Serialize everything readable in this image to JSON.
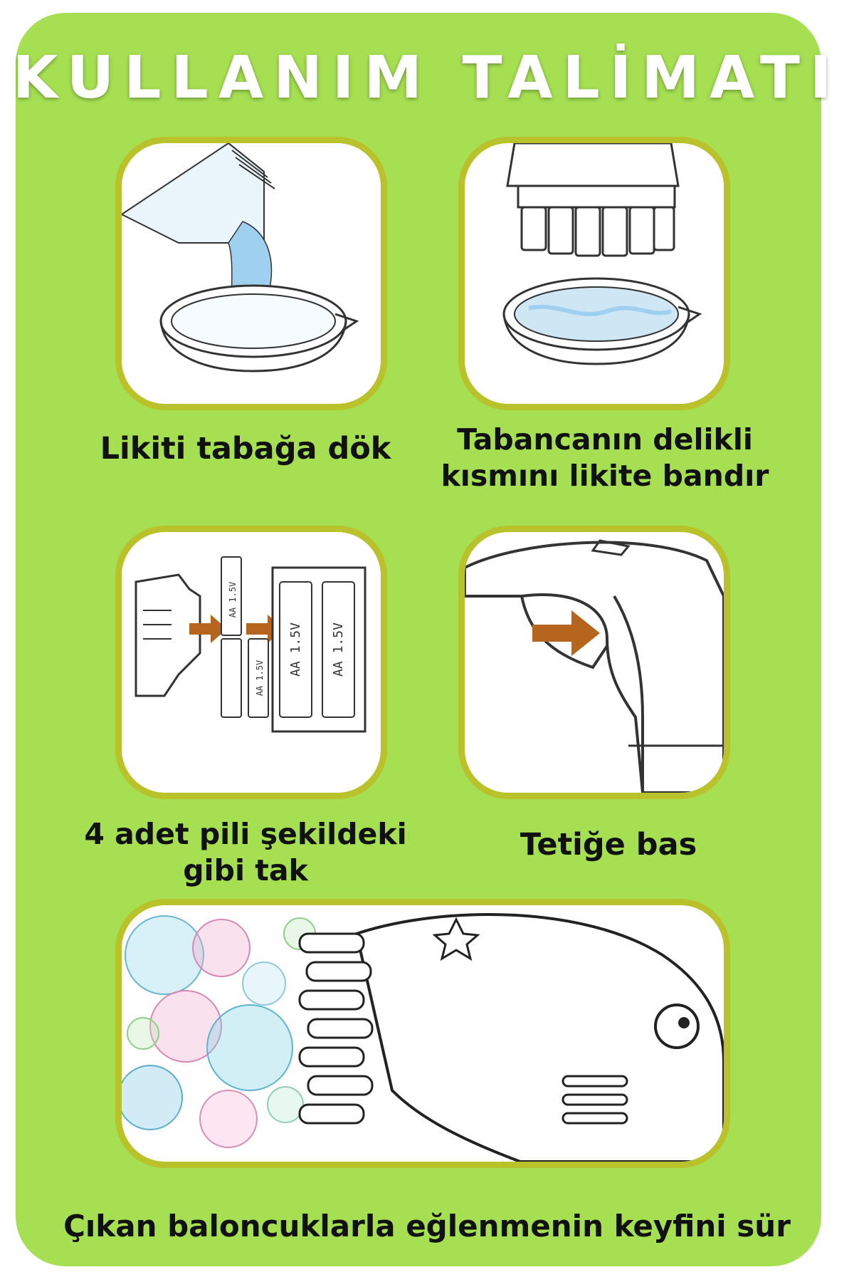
{
  "title": "KULLANIM TALİMATI",
  "colors": {
    "background": "#a6e052",
    "panel_border": "#b9c22b",
    "panel_fill": "#ffffff",
    "title_text": "#ffffff",
    "caption_text": "#111111",
    "arrow": "#b5651d",
    "liquid": "#9fd0ef"
  },
  "steps": [
    {
      "lines": [
        "Likiti tabağa dök"
      ],
      "icon": "pour-liquid-into-dish-illustration"
    },
    {
      "lines": [
        "Tabancanın delikli",
        "kısmını likite bandır"
      ],
      "icon": "dip-gun-into-liquid-illustration"
    },
    {
      "lines": [
        "4 adet pili şekildeki",
        "gibi tak"
      ],
      "icon": "insert-batteries-illustration"
    },
    {
      "lines": [
        "Tetiğe bas"
      ],
      "icon": "press-trigger-illustration"
    },
    {
      "lines": [
        "Çıkan baloncuklarla eğlenmenin keyfini sür"
      ],
      "icon": "bubble-gun-bubbles-illustration"
    }
  ],
  "battery_labels": [
    "AA 1.5V",
    "AA 1.5V",
    "AA 1.5V",
    "AA 1.5V"
  ]
}
